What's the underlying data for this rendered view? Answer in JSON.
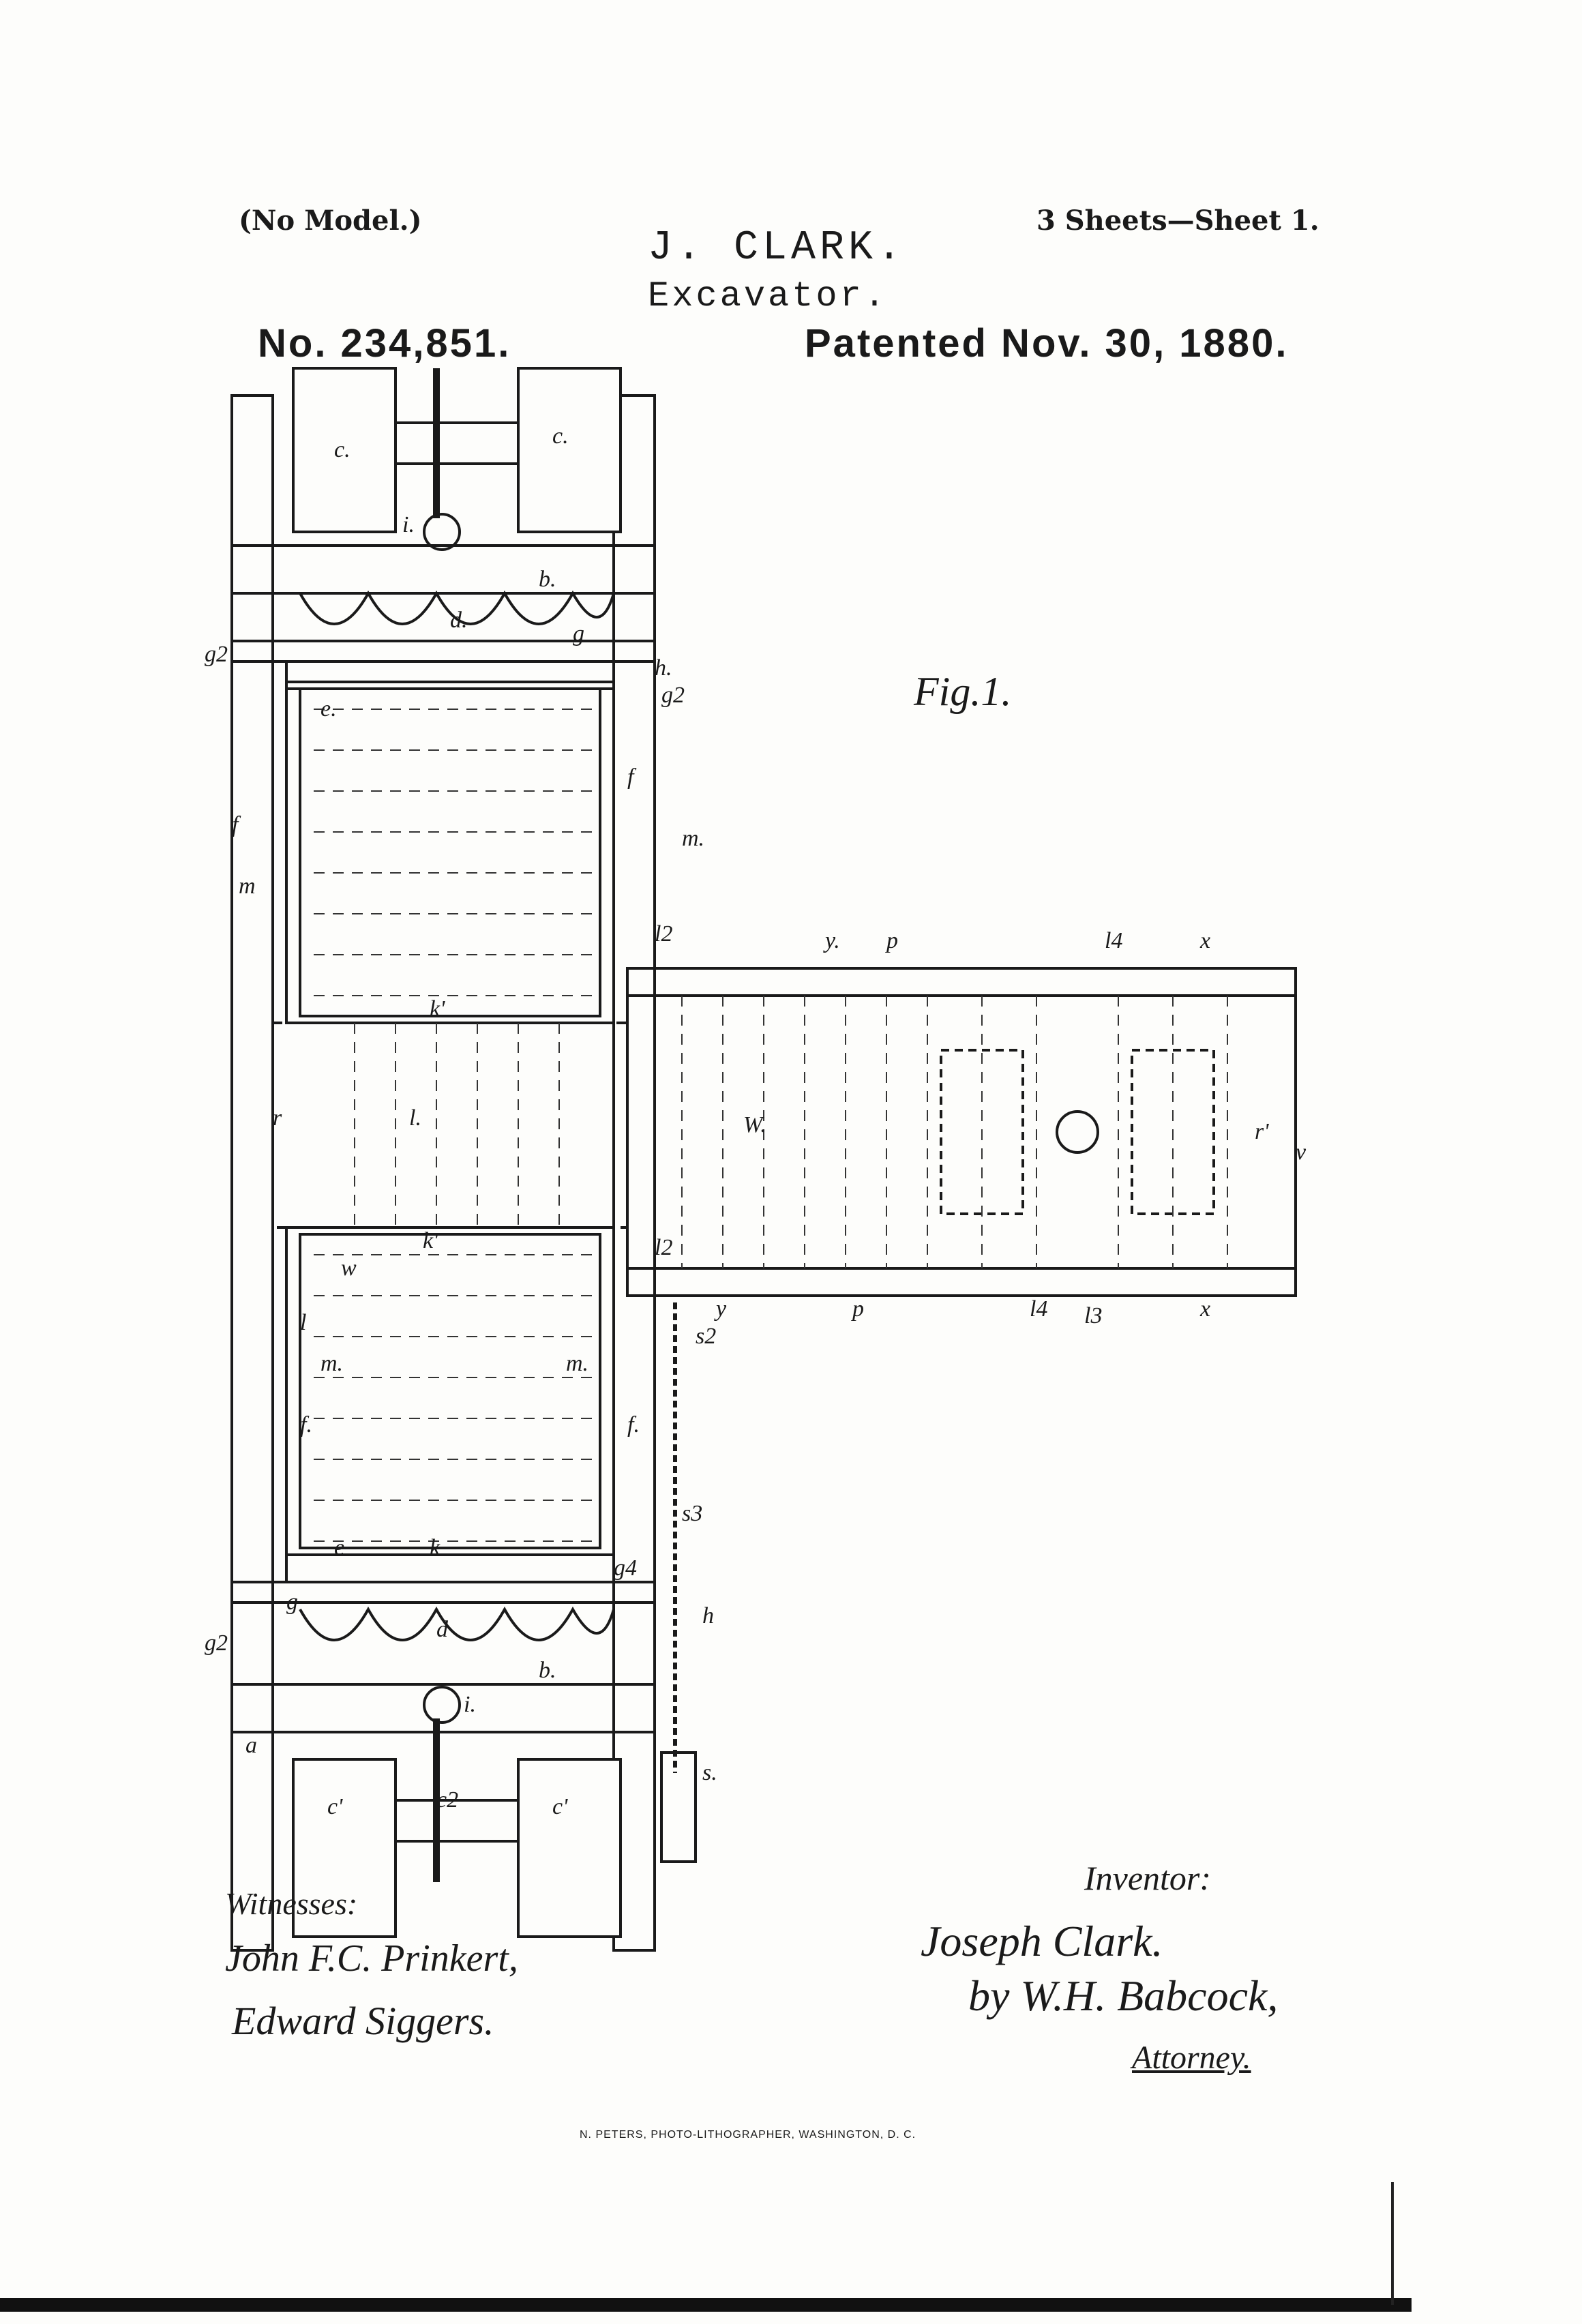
{
  "header": {
    "model_note": "(No Model.)",
    "sheets": "3 Sheets—Sheet 1.",
    "inventor": "J. CLARK.",
    "invention": "Excavator.",
    "patent_number": "No. 234,851.",
    "patent_date": "Patented Nov. 30, 1880."
  },
  "figure": {
    "label": "Fig.1.",
    "references": [
      "c.",
      "c.",
      "i.",
      "b.",
      "d.",
      "g",
      "h.",
      "g2",
      "g2",
      "e.",
      "f",
      "f",
      "m.",
      "m",
      "k'",
      "l2",
      "y.",
      "p",
      "l4",
      "x",
      "r",
      "l.",
      "W.",
      "r'",
      "v",
      "k'",
      "w",
      "l",
      "m.",
      "m.",
      "l2",
      "y",
      "p",
      "l4",
      "l3",
      "x",
      "s2",
      "f.",
      "f.",
      "s3",
      "e",
      "k",
      "g4",
      "g",
      "h",
      "d",
      "g2",
      "b.",
      "i.",
      "a",
      "c'",
      "c2",
      "c'",
      "s."
    ]
  },
  "signatures": {
    "witnesses_label": "Witnesses:",
    "witness_1": "John F.C. Prinkert,",
    "witness_2": "Edward Siggers.",
    "inventor_label": "Inventor:",
    "inventor_signature": "Joseph Clark.",
    "attorney_signature": "by W.H. Babcock,",
    "attorney_label": "Attorney."
  },
  "footer": {
    "lithographer": "N. PETERS, PHOTO-LITHOGRAPHER, WASHINGTON, D. C."
  }
}
